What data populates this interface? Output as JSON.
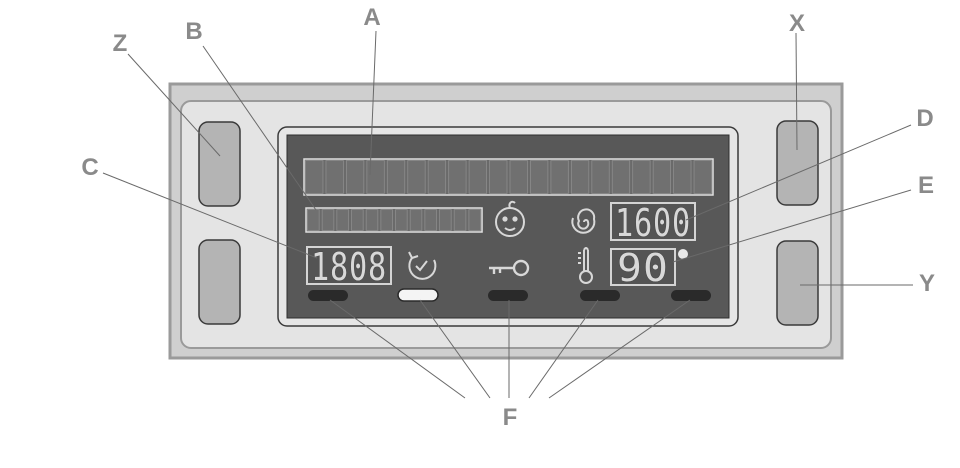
{
  "callouts": {
    "a": "A",
    "b": "B",
    "c": "C",
    "d": "D",
    "e": "E",
    "f": "F",
    "x": "X",
    "y": "Y",
    "z": "Z"
  },
  "display": {
    "time_readout": "1808",
    "speed_readout": "1600",
    "temperature_readout": "90"
  },
  "icons": {
    "baby": "baby-face-icon",
    "timer": "timer-icon",
    "key": "key-icon",
    "thermometer": "thermometer-icon",
    "spin": "spiral-icon",
    "degree": "degree-dot-icon"
  },
  "colors": {
    "panel_outer": "#cfcfcf",
    "panel_inner": "#e4e4e4",
    "lcd": "#585858",
    "button": "#b4b4b4",
    "indicator_off": "#2a2a2a",
    "indicator_on": "#f4f4f4"
  }
}
